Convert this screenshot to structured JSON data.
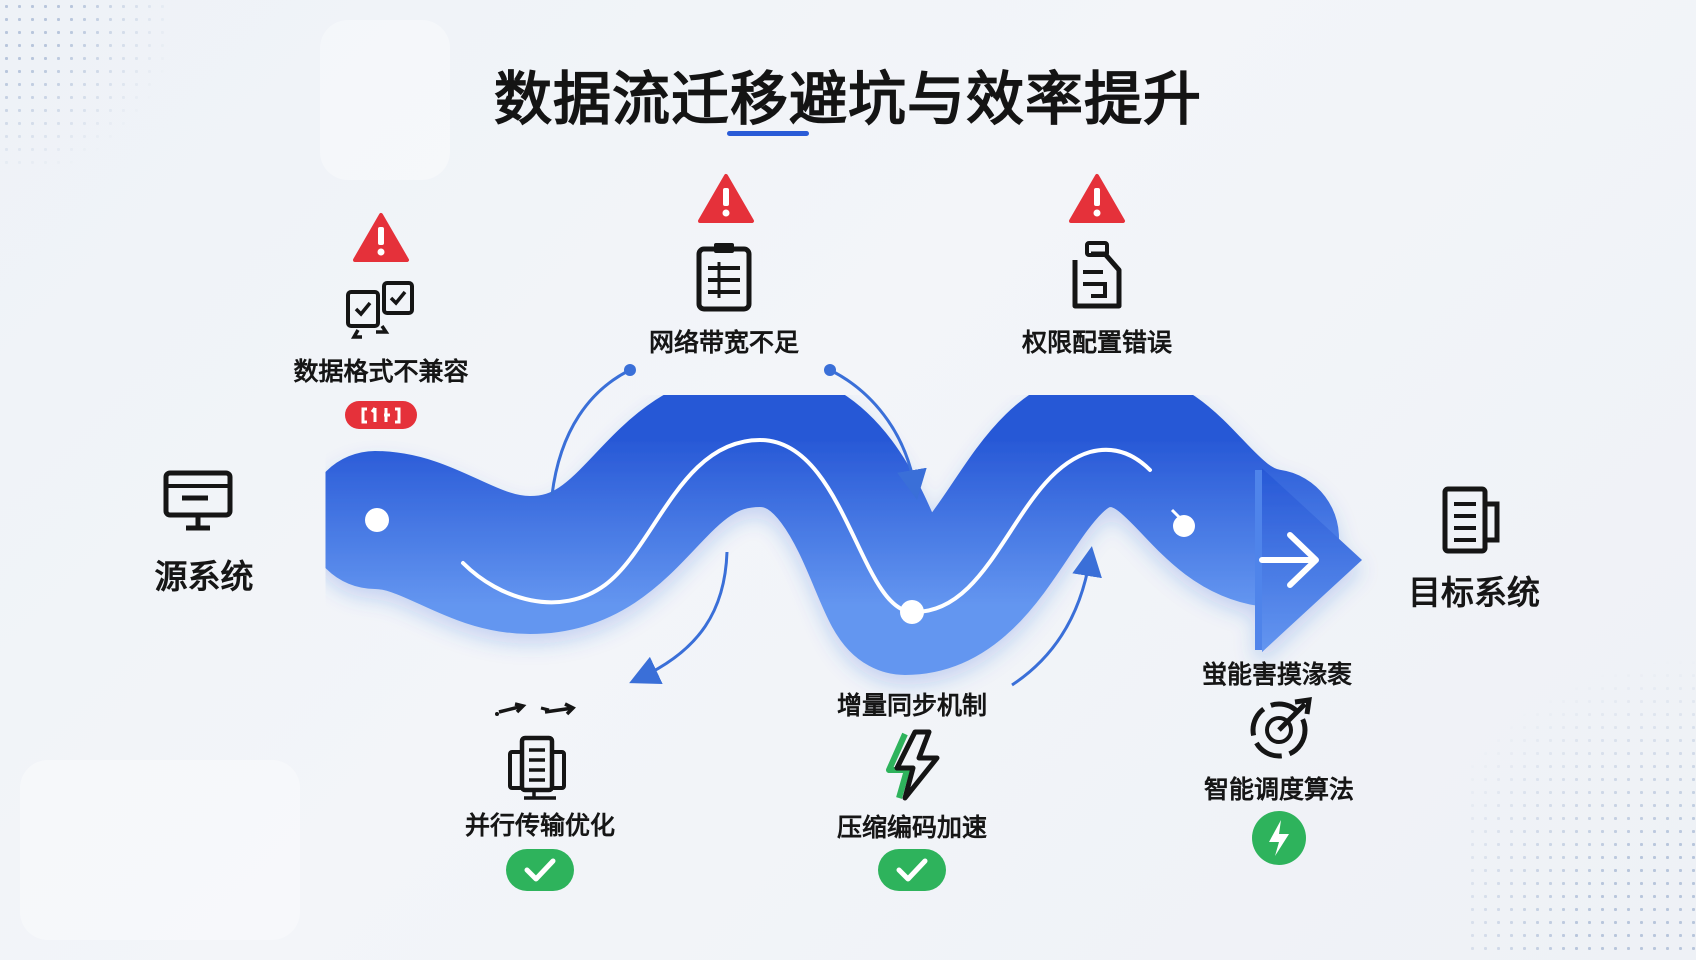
{
  "title": "数据流迁移避坑与效率提升",
  "endpoints": {
    "source": {
      "label": "源系统",
      "icon": "monitor-icon"
    },
    "target": {
      "label": "目标系统",
      "icon": "server-icon"
    }
  },
  "pitfalls": [
    {
      "label": "数据格式不兼容",
      "icon": "document-compare-icon",
      "status": "warning-icon"
    },
    {
      "label": "网络带宽不足",
      "icon": "clipboard-list-icon",
      "status": "warning-icon"
    },
    {
      "label": "权限配置错误",
      "icon": "document-lock-icon",
      "status": "warning-icon"
    }
  ],
  "solutions": [
    {
      "label": "并行传输优化",
      "icon": "parallel-server-icon",
      "status": "check-icon"
    },
    {
      "label": "增量同步机制",
      "icon": "",
      "status": ""
    },
    {
      "label": "压缩编码加速",
      "icon": "lightning-icon",
      "status": "check-icon"
    },
    {
      "label": "智能调度算法",
      "icon": "gauge-icon",
      "status": "lightning-badge-icon"
    }
  ],
  "garbled_label": "蛍能害摸湪袠",
  "colors": {
    "flow_blue": "#2e64dc",
    "flow_blue_light": "#5b8def",
    "warning_red": "#e5313a",
    "success_green": "#2eb35c",
    "arrow_blue": "#3a6fd8"
  }
}
